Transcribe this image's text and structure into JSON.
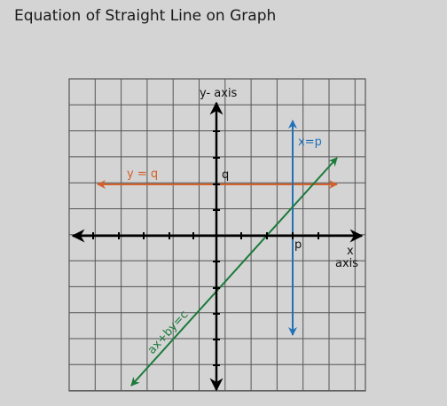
{
  "title": "Equation of Straight Line on Graph",
  "labels": {
    "y_axis": "y- axis",
    "x_axis_x": "x",
    "x_axis_word": "axis",
    "q": "q",
    "p": "p",
    "horizontal_line": "y = q",
    "vertical_line": "x=p",
    "diagonal_line": "ax+by=c"
  },
  "colors": {
    "background": "#d4d4d4",
    "grid": "#555555",
    "axes": "#000000",
    "horizontal_line": "#d2612a",
    "vertical_line": "#2271b8",
    "diagonal_line": "#1b7a3a"
  }
}
